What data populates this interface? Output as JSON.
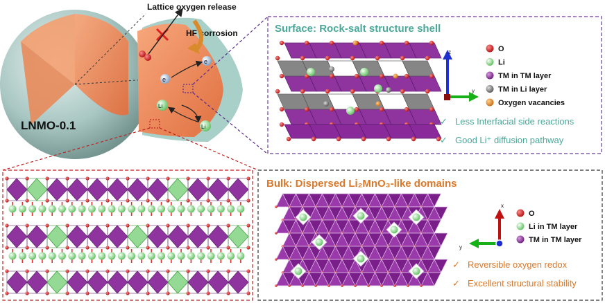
{
  "top_left": {
    "sphere_label": "LNMO-0.1",
    "release_label": "Lattice oxygen release",
    "corrosion_label": "HF corrosion",
    "electron_label": "e",
    "electron_label_2": "e",
    "li_label": "Li",
    "li_label_2": "Li"
  },
  "surface_panel": {
    "title": "Surface: Rock-salt structure shell",
    "legend": [
      {
        "label": "O",
        "color": "#d42020"
      },
      {
        "label": "Li",
        "color": "#8fe08f"
      },
      {
        "label": "TM in TM layer",
        "color": "#8a2a9a"
      },
      {
        "label": "TM in Li layer",
        "color": "#6e6e6e"
      },
      {
        "label": "Oxygen vacancies",
        "color": "#e08a1a"
      }
    ],
    "axis_z": "z",
    "axis_y": "y",
    "benefits": [
      {
        "mark": "✓",
        "text": "Less Interfacial side reactions"
      },
      {
        "mark": "✓",
        "text": "Good Li⁺ diffusion pathway"
      }
    ],
    "accent": "#4aa89a"
  },
  "bulk_panel": {
    "title": "Bulk: Dispersed Li₂MnO₃-like domains",
    "legend": [
      {
        "label": "O",
        "color": "#d42020"
      },
      {
        "label": "Li in TM layer",
        "color": "#8fe08f"
      },
      {
        "label": "TM in TM layer",
        "color": "#8a2a9a"
      }
    ],
    "axis_x": "x",
    "axis_y": "y",
    "benefits": [
      {
        "mark": "✓",
        "text": "Reversible oxygen redox"
      },
      {
        "mark": "✓",
        "text": "Excellent structural stability"
      }
    ],
    "accent": "#d9782a"
  },
  "colors": {
    "purple": "#8a2a9a",
    "gray": "#7a7a7a",
    "green": "#9be09b",
    "red": "#d42020",
    "orange_core": "#f09060",
    "shell": "#a9cfc9"
  }
}
